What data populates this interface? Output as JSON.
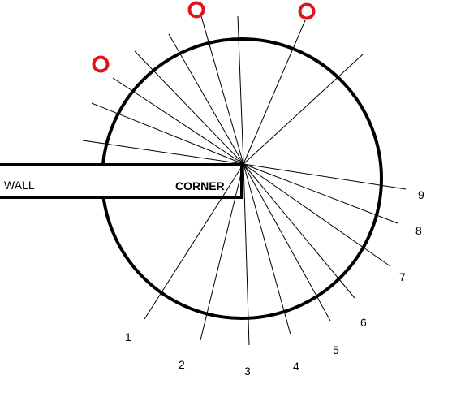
{
  "diagram": {
    "wall_label": "WALL",
    "corner_label": "CORNER",
    "ray_labels": [
      "1",
      "2",
      "3",
      "4",
      "5",
      "6",
      "7",
      "8",
      "9"
    ],
    "colors": {
      "stroke": "#000000",
      "marker": "#e0141e",
      "background": "#ffffff"
    },
    "marker_count": 3
  }
}
